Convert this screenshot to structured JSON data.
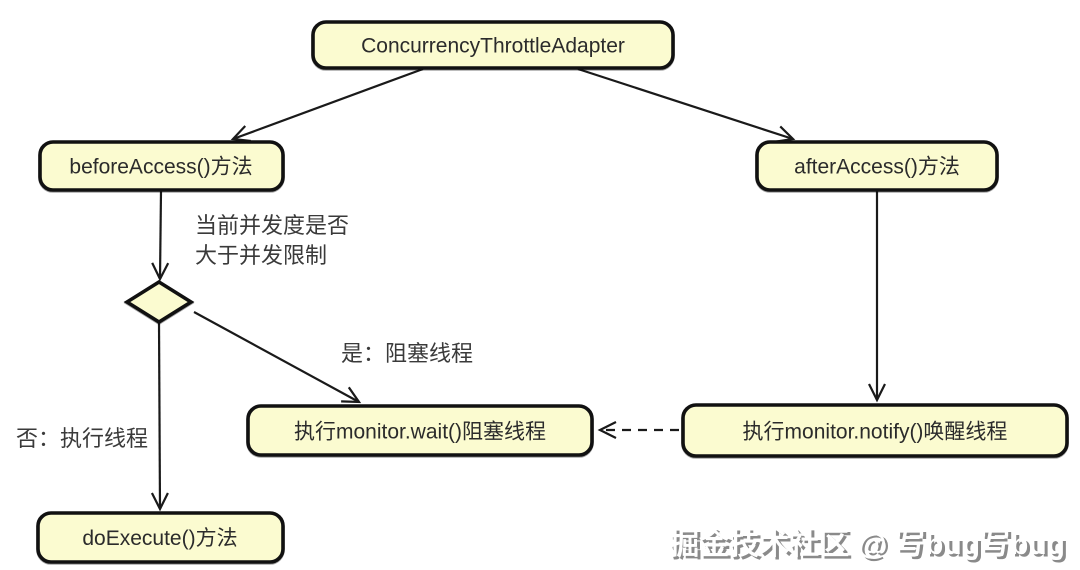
{
  "diagram": {
    "title_node": {
      "label": "ConcurrencyThrottleAdapter"
    },
    "nodes": {
      "before_access": {
        "label": "beforeAccess()方法"
      },
      "after_access": {
        "label": "afterAccess()方法"
      },
      "monitor_wait": {
        "label": "执行monitor.wait()阻塞线程"
      },
      "monitor_notify": {
        "label": "执行monitor.notify()唤醒线程"
      },
      "do_execute": {
        "label": "doExecute()方法"
      }
    },
    "decision": {
      "shape": "diamond"
    },
    "edge_labels": {
      "condition_line1": "当前并发度是否",
      "condition_line2": "大于并发限制",
      "yes_branch": "是：阻塞线程",
      "no_branch": "否：执行线程"
    },
    "colors": {
      "node_fill": "#FBFBD0",
      "node_border": "#111111",
      "arrow": "#1a1a1a",
      "label_text": "#3a3a3a",
      "background": "#ffffff"
    }
  },
  "watermark": {
    "text": "掘金技术社区 @ 写bug写bug"
  }
}
